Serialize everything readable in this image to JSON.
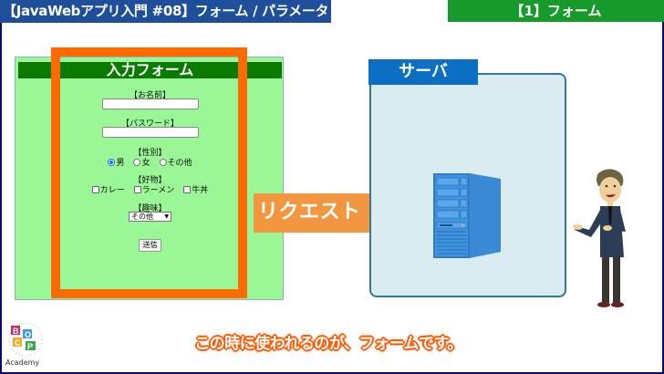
{
  "header": {
    "title": "【JavaWebアプリ入門 #08】フォーム / パラメータ",
    "section": "【1】フォーム"
  },
  "form": {
    "heading": "入力フォーム",
    "name_label": "【お名前】",
    "name_value": "",
    "password_label": "【パスワード】",
    "password_value": "",
    "gender_label": "【性別】",
    "gender_options": [
      "男",
      "女",
      "その他"
    ],
    "gender_selected": "男",
    "favorite_label": "【好物】",
    "favorite_options": [
      "カレー",
      "ラーメン",
      "牛丼"
    ],
    "hobby_label": "【趣味】",
    "hobby_selected": "その他",
    "submit_label": "送信"
  },
  "arrow": {
    "label": "リクエスト",
    "color": "#f39640"
  },
  "server": {
    "label": "サーバ",
    "icon": "server-tower-icon"
  },
  "presenter": {
    "icon": "presenter-character"
  },
  "subtitle": "この時に使われるのが、フォームです。",
  "logo": {
    "letters": [
      "B",
      "O",
      "C",
      "P"
    ],
    "name": "Academy"
  },
  "colors": {
    "title_bar": "#1f4f9a",
    "section_bar": "#169a2a",
    "form_bg": "#99f795",
    "form_header": "#0a7a00",
    "highlight": "#ff6a00",
    "server_tag": "#0b6fc4",
    "server_box": "#dbecf0"
  }
}
